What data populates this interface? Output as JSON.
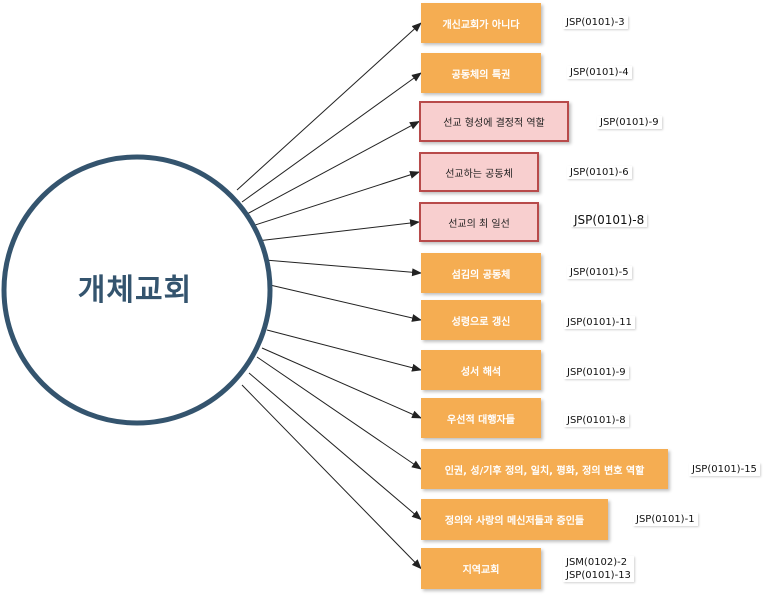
{
  "center": {
    "label": "개체교회"
  },
  "colors": {
    "node_fill": "#f5ad52",
    "highlight_fill": "#f8cfcf",
    "highlight_border": "#b84a4a",
    "circle_stroke": "#34546e"
  },
  "nodes": [
    {
      "label": "개신교회가 아니다",
      "ref": "JSP(0101)-3",
      "highlight": false
    },
    {
      "label": "공동체의 특권",
      "ref": "JSP(0101)-4",
      "highlight": false
    },
    {
      "label": "선교 형성에 결정적 역할",
      "ref": "JSP(0101)-9",
      "highlight": true
    },
    {
      "label": "선교하는 공동체",
      "ref": "JSP(0101)-6",
      "highlight": true
    },
    {
      "label": "선교의 최 일선",
      "ref": "JSP(0101)-8",
      "highlight": true
    },
    {
      "label": "섬김의 공동체",
      "ref": "JSP(0101)-5",
      "highlight": false
    },
    {
      "label": "성령으로 갱신",
      "ref": "JSP(0101)-11",
      "highlight": false
    },
    {
      "label": "성서 해석",
      "ref": "JSP(0101)-9",
      "highlight": false
    },
    {
      "label": "우선적 대행자들",
      "ref": "JSP(0101)-8",
      "highlight": false
    },
    {
      "label": "인권, 성/기후 정의, 일치, 평화, 정의 변호 역할",
      "ref": "JSP(0101)-15",
      "highlight": false
    },
    {
      "label": "정의와 사랑의 메신저들과 증인들",
      "ref": "JSP(0101)-1",
      "highlight": false
    },
    {
      "label": "지역교회",
      "ref": "JSM(0102)-2\nJSP(0101)-13",
      "highlight": false
    }
  ]
}
